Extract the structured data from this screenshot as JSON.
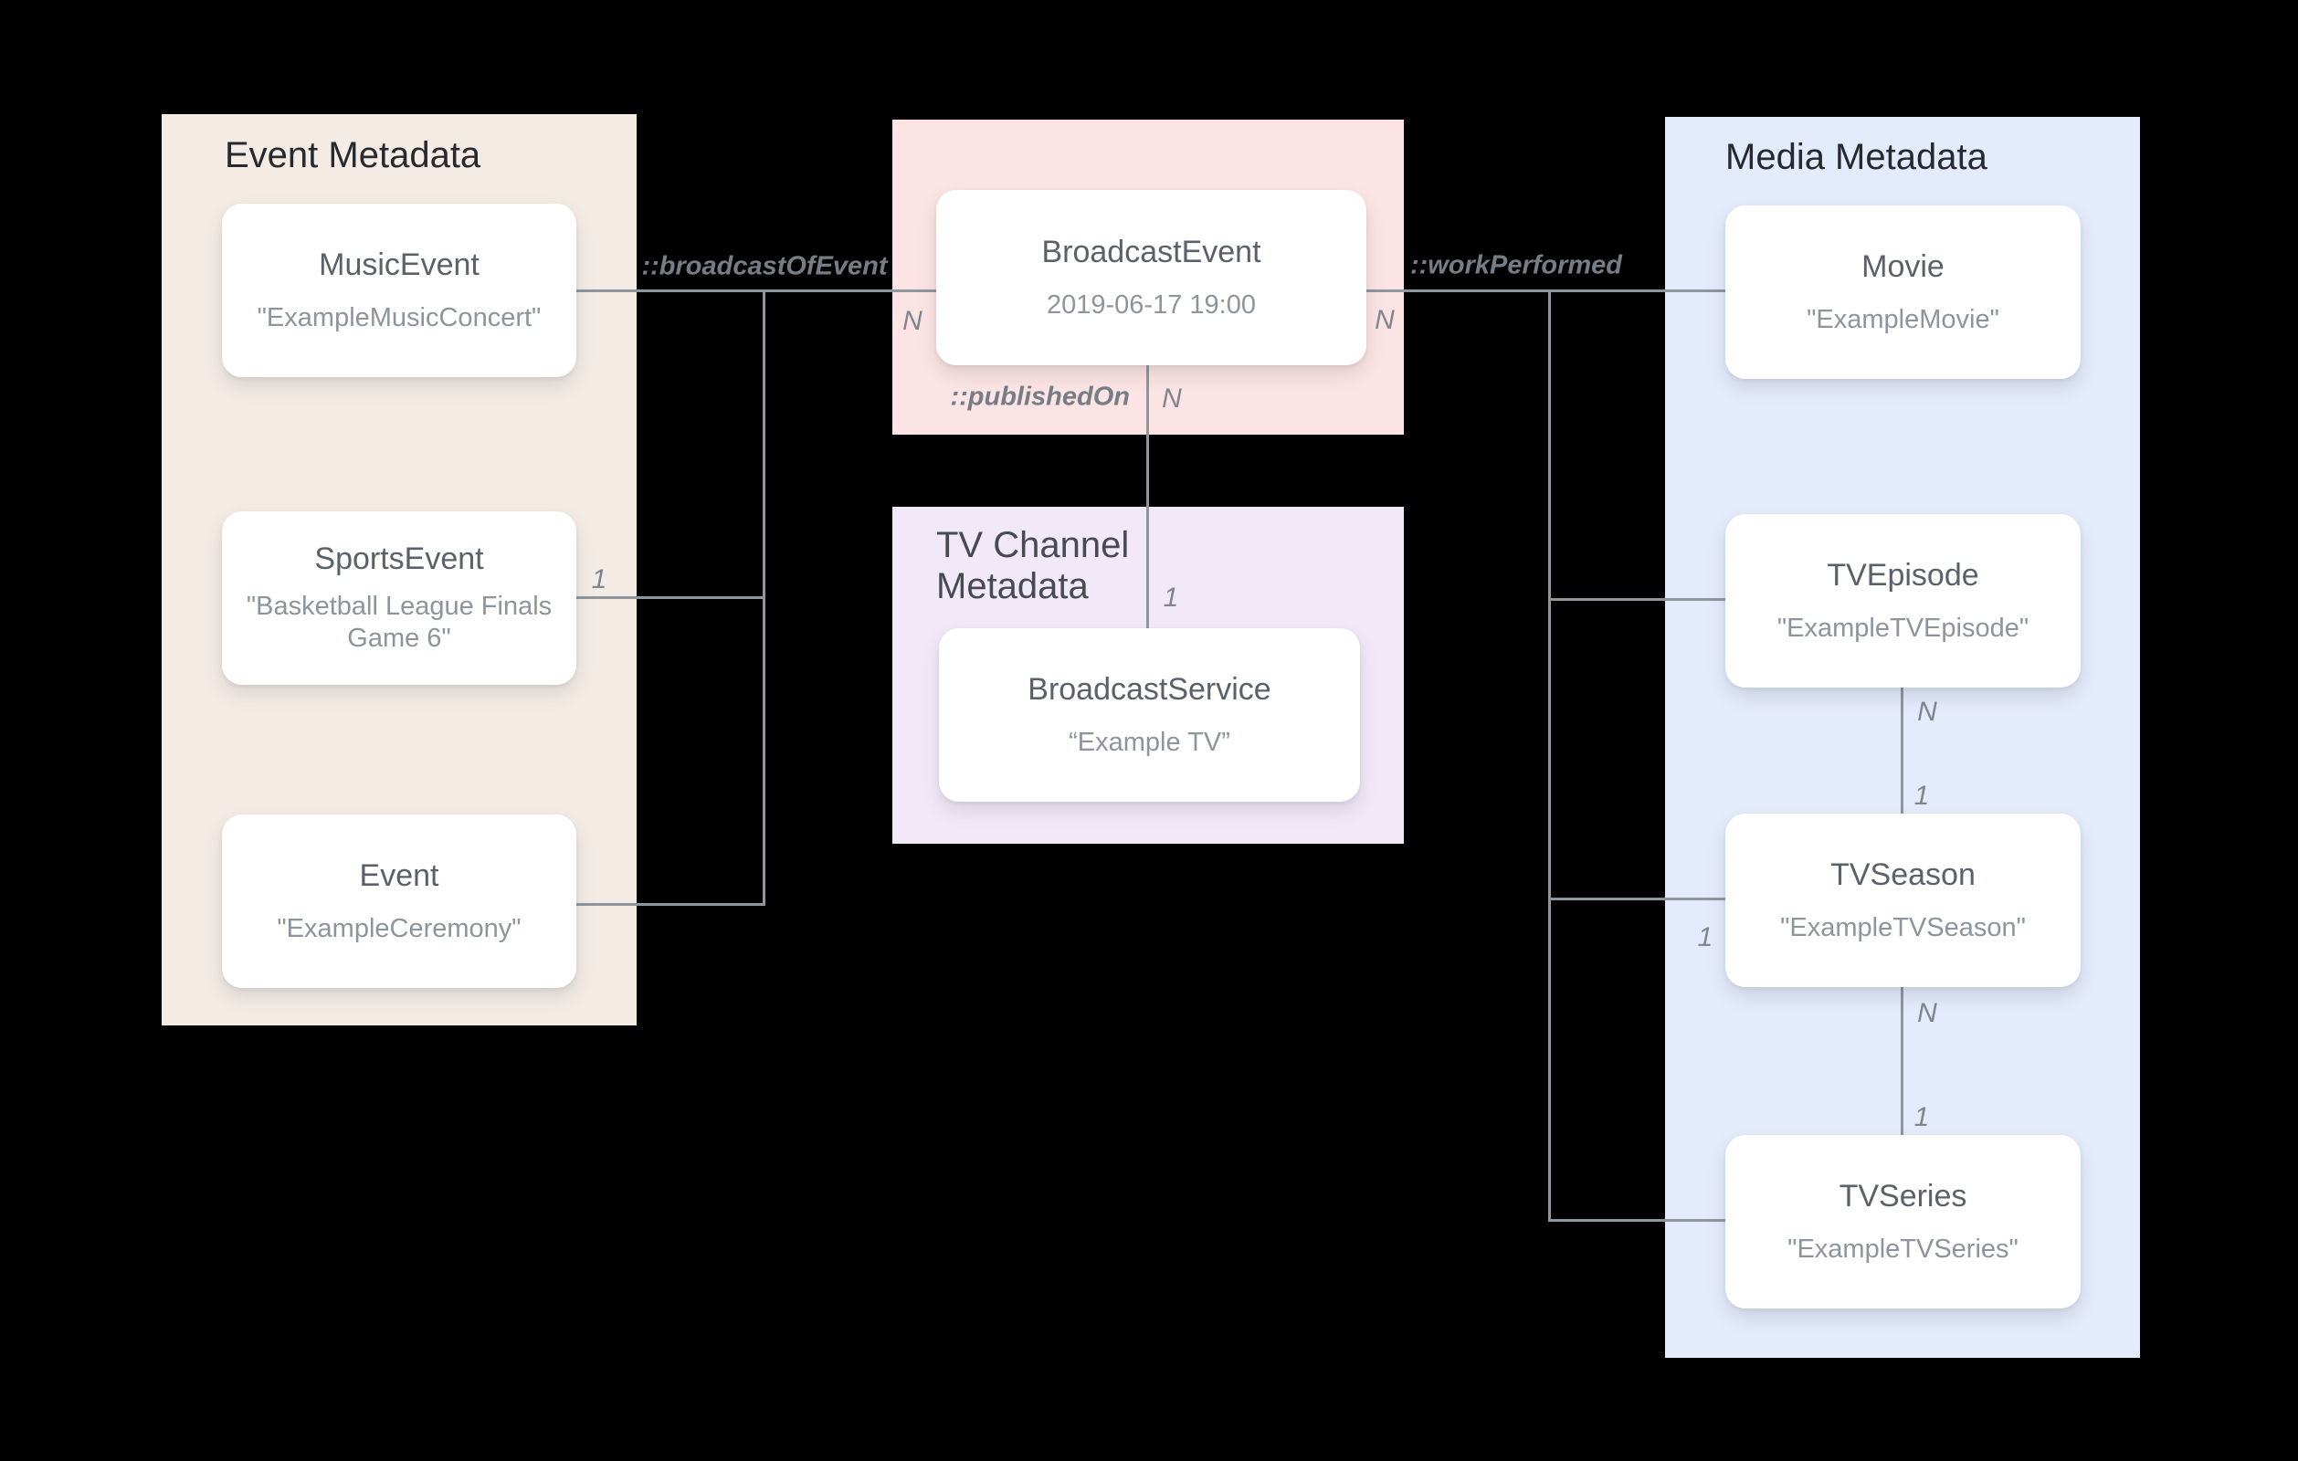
{
  "panels": {
    "event": {
      "title": "Event Metadata"
    },
    "tv_channel": {
      "title": "TV Channel Metadata"
    },
    "media": {
      "title": "Media Metadata"
    }
  },
  "nodes": {
    "music_event": {
      "title": "MusicEvent",
      "subtitle": "\"ExampleMusicConcert\""
    },
    "sports_event": {
      "title": "SportsEvent",
      "subtitle": "\"Basketball League Finals Game 6\""
    },
    "event": {
      "title": "Event",
      "subtitle": "\"ExampleCeremony\""
    },
    "broadcast_event": {
      "title": "BroadcastEvent",
      "subtitle": "2019-06-17 19:00"
    },
    "broadcast_service": {
      "title": "BroadcastService",
      "subtitle": "“Example TV”"
    },
    "movie": {
      "title": "Movie",
      "subtitle": "\"ExampleMovie\""
    },
    "tv_episode": {
      "title": "TVEpisode",
      "subtitle": "\"ExampleTVEpisode\""
    },
    "tv_season": {
      "title": "TVSeason",
      "subtitle": "\"ExampleTVSeason\""
    },
    "tv_series": {
      "title": "TVSeries",
      "subtitle": "\"ExampleTVSeries\""
    }
  },
  "relations": {
    "broadcast_of_event": "::broadcastOfEvent",
    "work_performed": "::workPerformed",
    "published_on": "::publishedOn"
  },
  "cardinalities": {
    "broadcast_left_n": "N",
    "broadcast_right_n": "N",
    "published_n": "N",
    "published_1": "1",
    "sports_1": "1",
    "season_left_1": "1",
    "episode_season_n": "N",
    "episode_season_1": "1",
    "season_series_n": "N",
    "season_series_1": "1"
  },
  "colors": {
    "canvas_bg": "#000000",
    "event_panel": "#f4ebe5",
    "broadcast_panel": "#fbe4e3",
    "tv_channel_panel": "#f1e9f8",
    "media_panel": "#e4ebfc",
    "panel_title_dark": "#26292d",
    "panel_title_grey": "#474b51",
    "box_title": "#5a6169",
    "subtitle": "#8d949c",
    "line": "#8f969c",
    "relation_label": "#757d85",
    "cardinality": "#7f868d"
  }
}
